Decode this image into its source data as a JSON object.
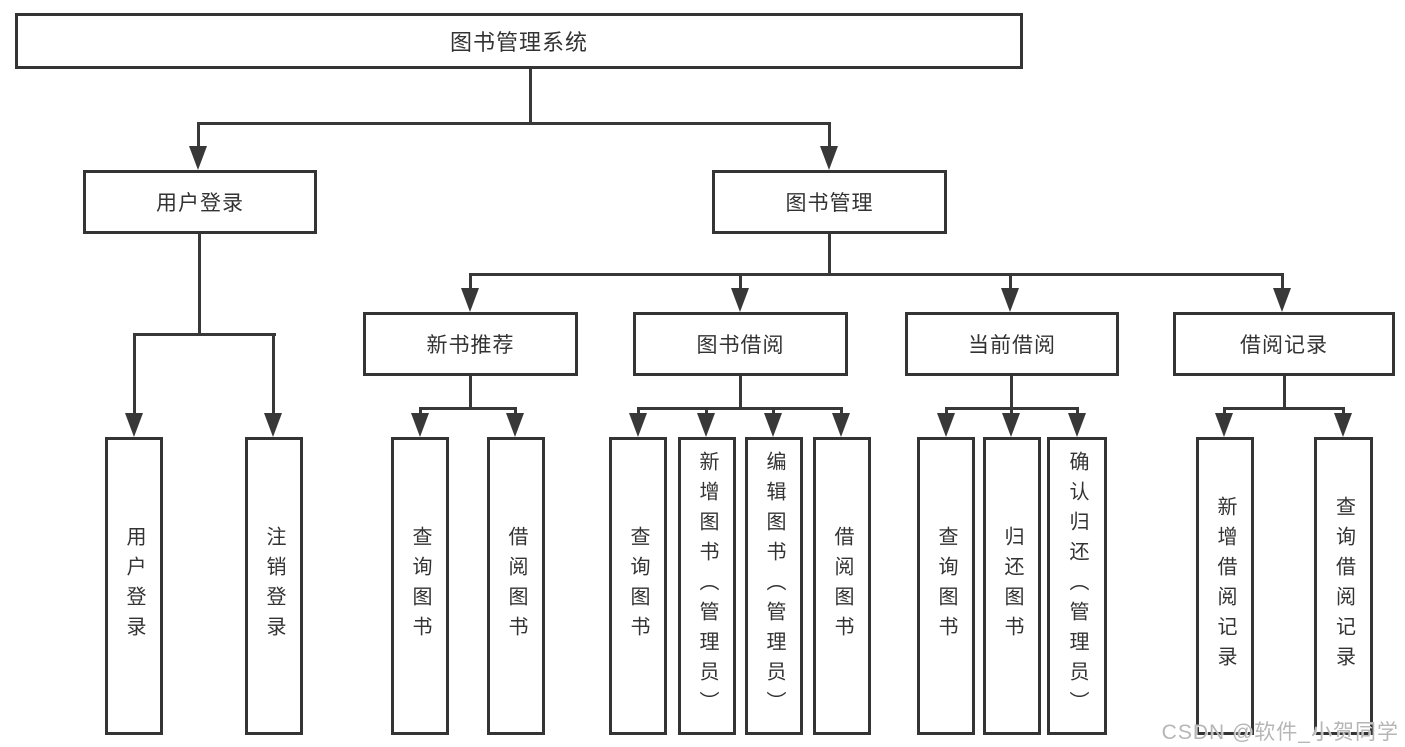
{
  "nodes": {
    "root": {
      "label": "图书管理系统"
    },
    "level1": [
      {
        "label": "用户登录"
      },
      {
        "label": "图书管理"
      }
    ],
    "level2": [
      {
        "label": "新书推荐"
      },
      {
        "label": "图书借阅"
      },
      {
        "label": "当前借阅"
      },
      {
        "label": "借阅记录"
      }
    ],
    "leaves": [
      {
        "label": "用户登录"
      },
      {
        "label": "注销登录"
      },
      {
        "label": "查询图书"
      },
      {
        "label": "借阅图书"
      },
      {
        "label": "查询图书"
      },
      {
        "label": "新增图书（管理员）"
      },
      {
        "label": "编辑图书（管理员）"
      },
      {
        "label": "借阅图书"
      },
      {
        "label": "查询图书"
      },
      {
        "label": "归还图书"
      },
      {
        "label": "确认归还（管理员）"
      },
      {
        "label": "新增借阅记录"
      },
      {
        "label": "查询借阅记录"
      }
    ]
  },
  "watermark": "CSDN @软件_小贺同学",
  "colors": {
    "line": "#383838",
    "box_border": "#343434",
    "text": "#333333",
    "watermark": "#b6b6b6",
    "background": "#ffffff"
  }
}
